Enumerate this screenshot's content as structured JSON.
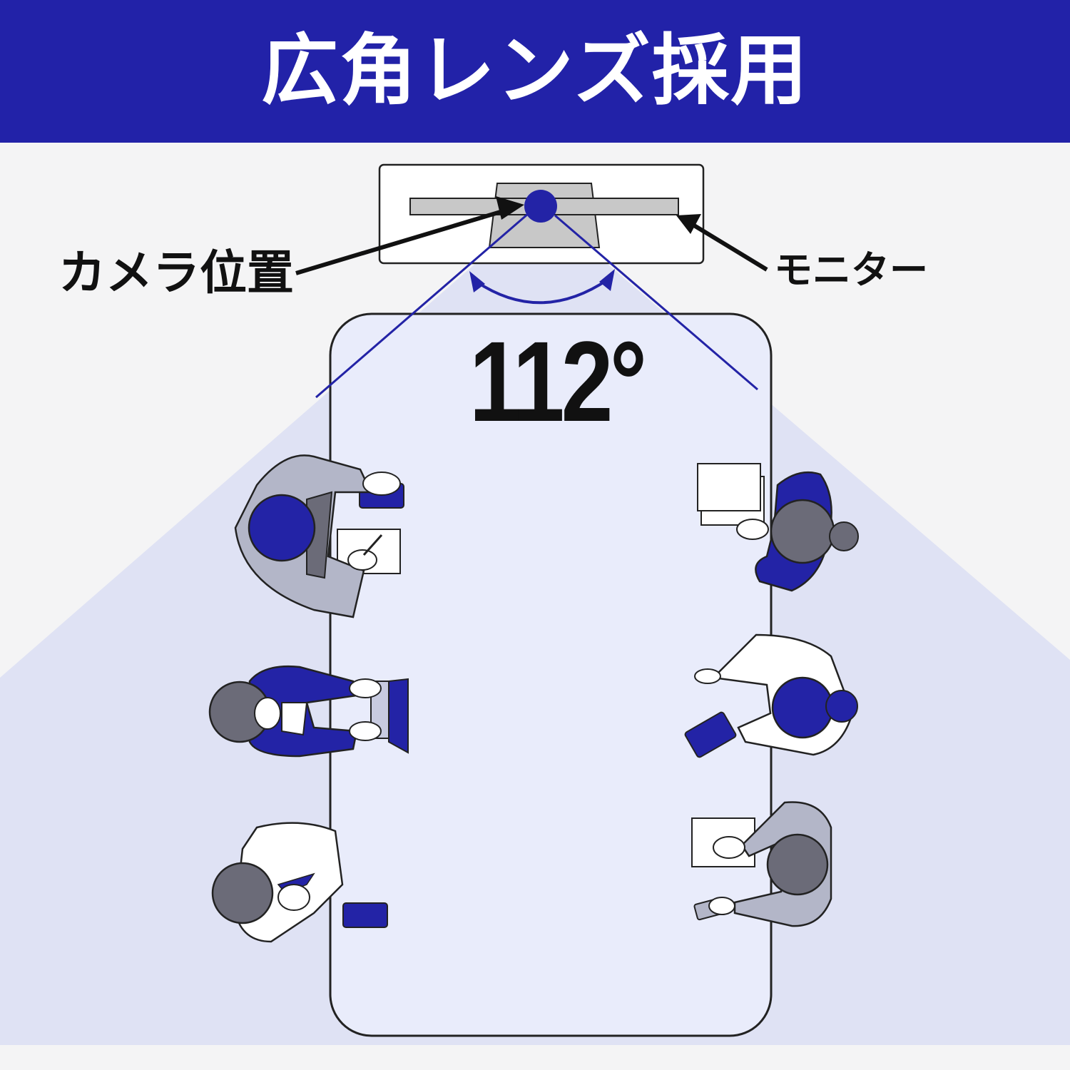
{
  "banner": {
    "title": "広角レンズ採用"
  },
  "labels": {
    "camera": "カメラ位置",
    "monitor": "モニター",
    "angle": "112°"
  },
  "diagram": {
    "field_of_view_degrees": 112,
    "colors": {
      "banner": "#2222a8",
      "accent_blue": "#2323a6",
      "fov_fill": "#dfe2f4",
      "table_fill": "#e9ecfb",
      "person_gray": "#6b6b78",
      "suit_gray": "#b3b6c8",
      "background": "#f4f4f5"
    }
  }
}
